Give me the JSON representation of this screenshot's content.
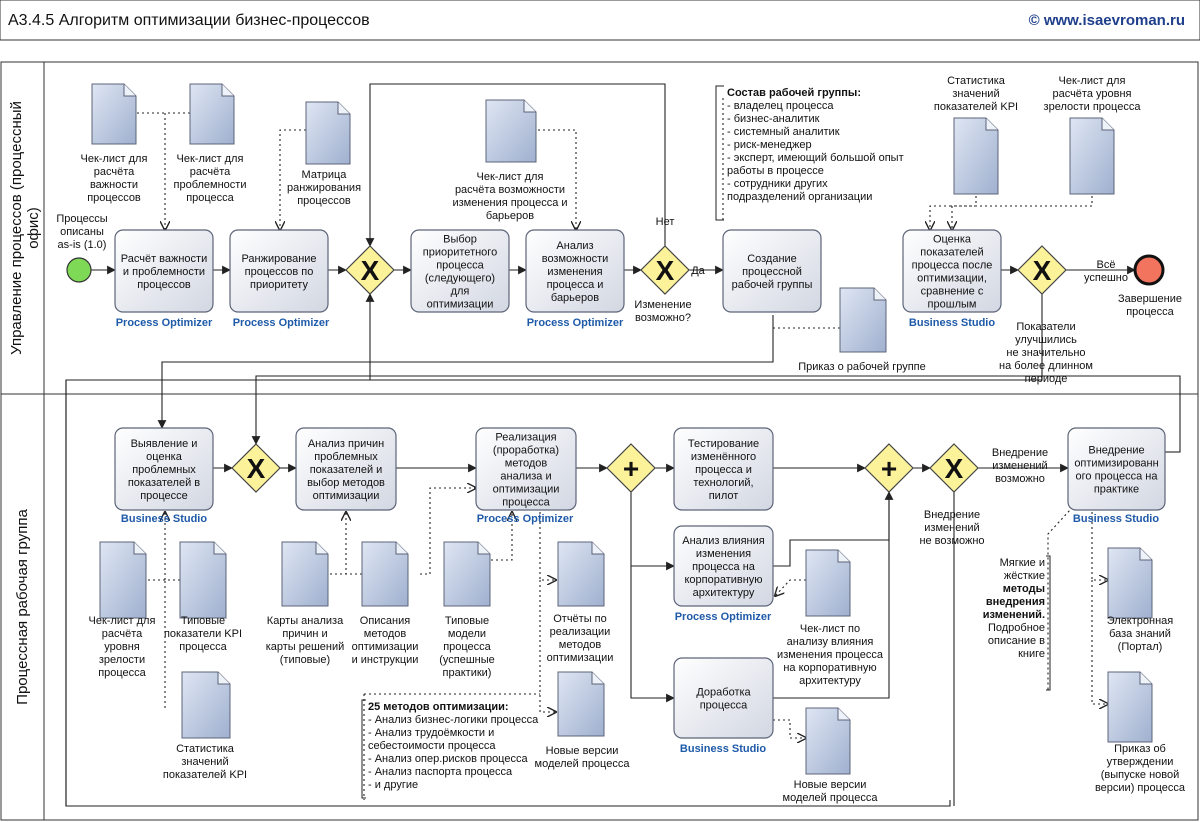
{
  "header": {
    "title": "А3.4.5 Алгоритм оптимизации бизнес-процессов",
    "site": "© www.isaevroman.ru"
  },
  "lanes": {
    "top": [
      "Управление процессов (процессный",
      "офис)"
    ],
    "bottom": [
      "Процессная рабочая группа"
    ]
  },
  "tools": {
    "po": "Process Optimizer",
    "bs": "Business Studio"
  },
  "events": {
    "start": [
      "Процессы",
      "описаны",
      "as-is (1.0)"
    ],
    "end": [
      "Завершение",
      "процесса"
    ]
  },
  "gateway": {
    "x": "X",
    "plus": "+"
  },
  "tasks": {
    "t1": [
      "Расчёт важности",
      "и проблемности",
      "процессов"
    ],
    "t2": [
      "Ранжирование",
      "процессов по",
      "приоритету"
    ],
    "t3": [
      "Выбор",
      "приоритетного",
      "процесса",
      "(следующего)",
      "для",
      "оптимизации"
    ],
    "t4": [
      "Анализ",
      "возможности",
      "изменения",
      "процесса и",
      "барьеров"
    ],
    "t5": [
      "Создание",
      "процессной",
      "рабочей группы"
    ],
    "t6": [
      "Оценка",
      "показателей",
      "процесса после",
      "оптимизации,",
      "сравнение с",
      "прошлым"
    ],
    "b1": [
      "Выявление и",
      "оценка",
      "проблемных",
      "показателей в",
      "процессе"
    ],
    "b2": [
      "Анализ причин",
      "проблемных",
      "показателей и",
      "выбор методов",
      "оптимизации"
    ],
    "b3": [
      "Реализация",
      "(проработка)",
      "методов",
      "анализа и",
      "оптимизации",
      "процесса"
    ],
    "b4": [
      "Тестирование",
      "изменённого",
      "процесса и",
      "технологий,",
      "пилот"
    ],
    "b5": [
      "Анализ влияния",
      "изменения",
      "процесса на",
      "корпоративную",
      "архитектуру"
    ],
    "b6": [
      "Доработка",
      "процесса"
    ],
    "b7": [
      "Внедрение",
      "оптимизированн",
      "ого процесса на",
      "практике"
    ]
  },
  "docs": {
    "d1": [
      "Чек-лист для",
      "расчёта",
      "важности",
      "процессов"
    ],
    "d2": [
      "Чек-лист для",
      "расчёта",
      "проблемности",
      "процесса"
    ],
    "d3": [
      "Матрица",
      "ранжирования",
      "процессов"
    ],
    "d4": [
      "Чек-лист для",
      "расчёта возможности",
      "изменения процесса и",
      "барьеров"
    ],
    "d5": [
      "Приказ о рабочей группе"
    ],
    "d6": [
      "Статистика",
      "значений",
      "показателей KPI"
    ],
    "d7": [
      "Чек-лист для",
      "расчёта уровня",
      "зрелости процесса"
    ],
    "e1": [
      "Чек-лист для",
      "расчёта",
      "уровня",
      "зрелости",
      "процесса"
    ],
    "e2": [
      "Типовые",
      "показатели KPI",
      "процесса"
    ],
    "e3": [
      "Статистика",
      "значений",
      "показателей KPI"
    ],
    "e4": [
      "Карты анализа",
      "причин и",
      "карты решений",
      "(типовые)"
    ],
    "e5": [
      "Описания",
      "методов",
      "оптимизации",
      "и инструкции"
    ],
    "e6": [
      "Типовые",
      "модели",
      "процесса",
      "(успешные",
      "практики)"
    ],
    "e7": [
      "Отчёты по",
      "реализации",
      "методов",
      "оптимизации"
    ],
    "e8": [
      "Новые версии",
      "моделей процесса"
    ],
    "e9": [
      "Чек-лист по",
      "анализу влияния",
      "изменения процесса",
      "на корпоративную",
      "архитектуру"
    ],
    "e10": [
      "Новые версии",
      "моделей процесса"
    ],
    "e11": [
      "Электронная",
      "база знаний",
      "(Портал)"
    ],
    "e12": [
      "Приказ об",
      "утверждении",
      "(выпуске новой",
      "версии) процесса"
    ]
  },
  "labels": {
    "no": "Нет",
    "yes": "Да",
    "change_q": [
      "Изменение",
      "возможно?"
    ],
    "all_ok": [
      "Всё",
      "успешно"
    ],
    "kpi_note": [
      "Показатели",
      "улучшились",
      "не значительно",
      "на более длинном",
      "периоде"
    ],
    "impl_ok": [
      "Внедрение",
      "изменений",
      "возможно"
    ],
    "impl_no": [
      "Внедрение",
      "изменений",
      "не возможно"
    ]
  },
  "notes": {
    "team": [
      "Состав рабочей группы:",
      "- владелец процесса",
      "- бизнес-аналитик",
      "- системный аналитик",
      "- риск-менеджер",
      "- эксперт, имеющий большой опыт",
      "работы в  процессе",
      "- сотрудники других",
      "подразделений организации"
    ],
    "methods": [
      "25 методов оптимизации:",
      "- Анализ бизнес-логики процесса",
      "- Анализ трудоёмкости и",
      "себестоимости процесса",
      "- Анализ опер.рисков процесса",
      "- Анализ паспорта процесса",
      "- и другие"
    ],
    "soft": [
      "Мягкие и",
      "жёсткие",
      "методы",
      "внедрения",
      "изменений.",
      "Подробное",
      "описание в",
      "книге"
    ]
  }
}
